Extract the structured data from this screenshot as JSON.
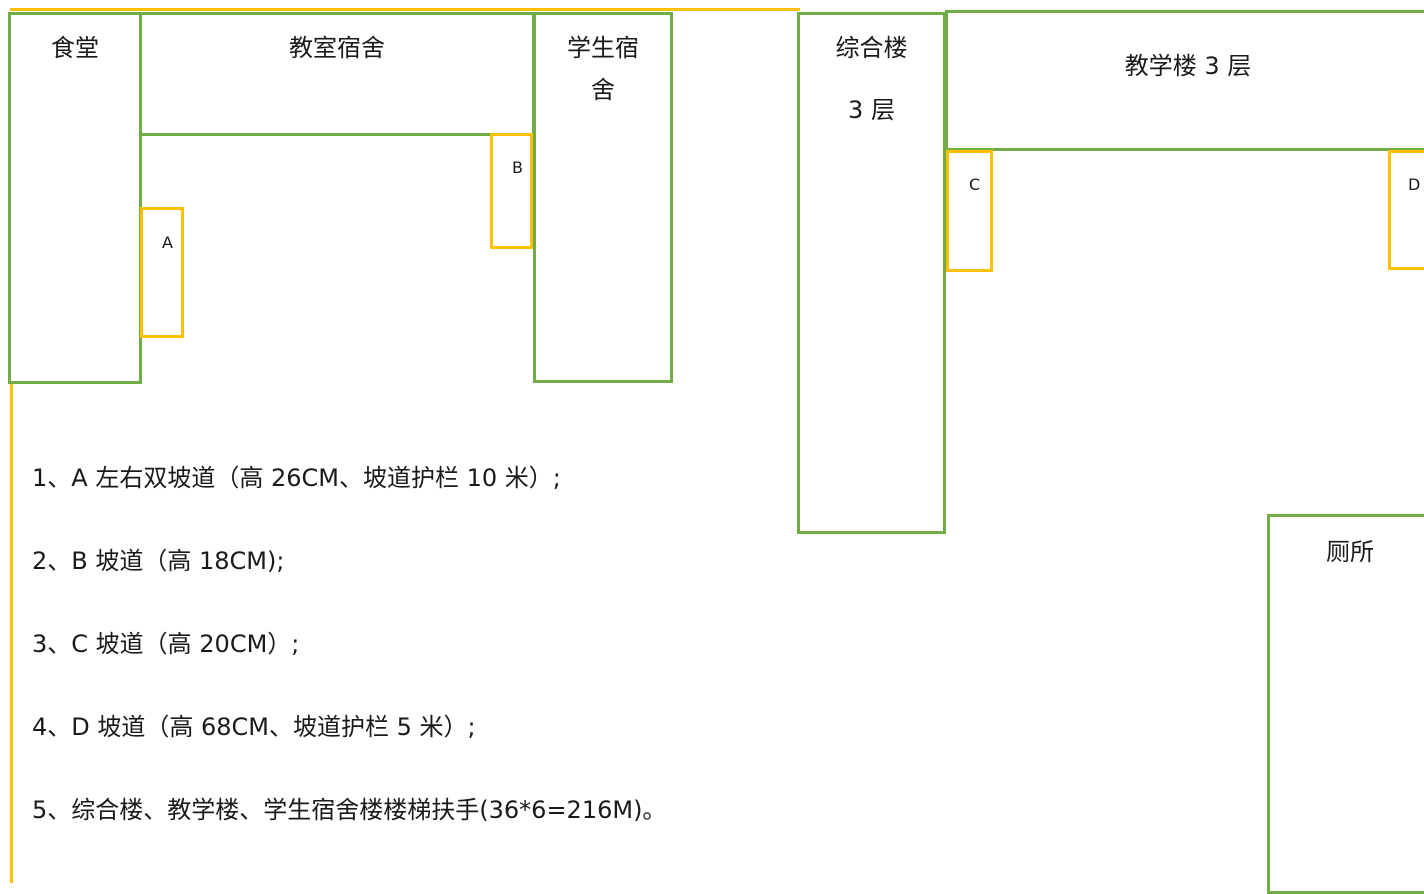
{
  "buildings": {
    "canteen": "食堂",
    "classroom_dorm": "教室宿舍",
    "student_dorm_line1": "学生宿",
    "student_dorm_line2": "舍",
    "complex_building_line1": "综合楼",
    "complex_building_line2": "3 层",
    "teaching_building": "教学楼 3 层",
    "toilet": "厕所"
  },
  "ramps": {
    "a": "A",
    "b": "B",
    "c": "C",
    "d": "D"
  },
  "notes": [
    "1、A 左右双坡道（高 26CM、坡道护栏 10 米）;",
    "2、B 坡道（高 18CM);",
    "3、C 坡道（高 20CM）;",
    "4、D 坡道（高 68CM、坡道护栏 5 米）;",
    "5、综合楼、教学楼、学生宿舍楼楼梯扶手(36*6=216M)。"
  ],
  "colors": {
    "building_border": "#70ad47",
    "ramp_border": "#ffc000"
  }
}
